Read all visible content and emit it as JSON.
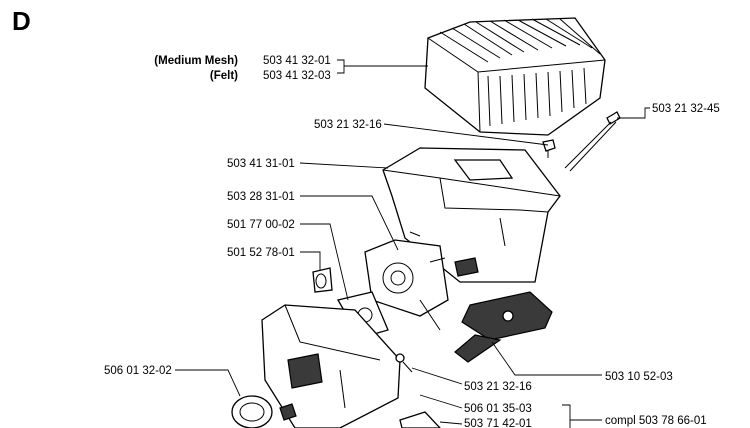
{
  "section": "D",
  "labels": {
    "filter_mesh_note": "(Medium Mesh)",
    "filter_mesh_part": "503 41 32-01",
    "filter_felt_note": "(Felt)",
    "filter_felt_part": "503 41 32-03",
    "screw_a": "503 21 32-16",
    "bolt": "503 21 32-45",
    "base": "503 41 31-01",
    "carburetor": "503 28 31-01",
    "gasket_a": "501 77 00-02",
    "boot": "501 52 78-01",
    "ring": "506 01 32-02",
    "screw_b": "503 21 32-16",
    "lever": "503 10 52-03",
    "part_c": "506 01 35-03",
    "part_d": "503 71 42-01",
    "compl": "compl 503 78 66-01"
  }
}
